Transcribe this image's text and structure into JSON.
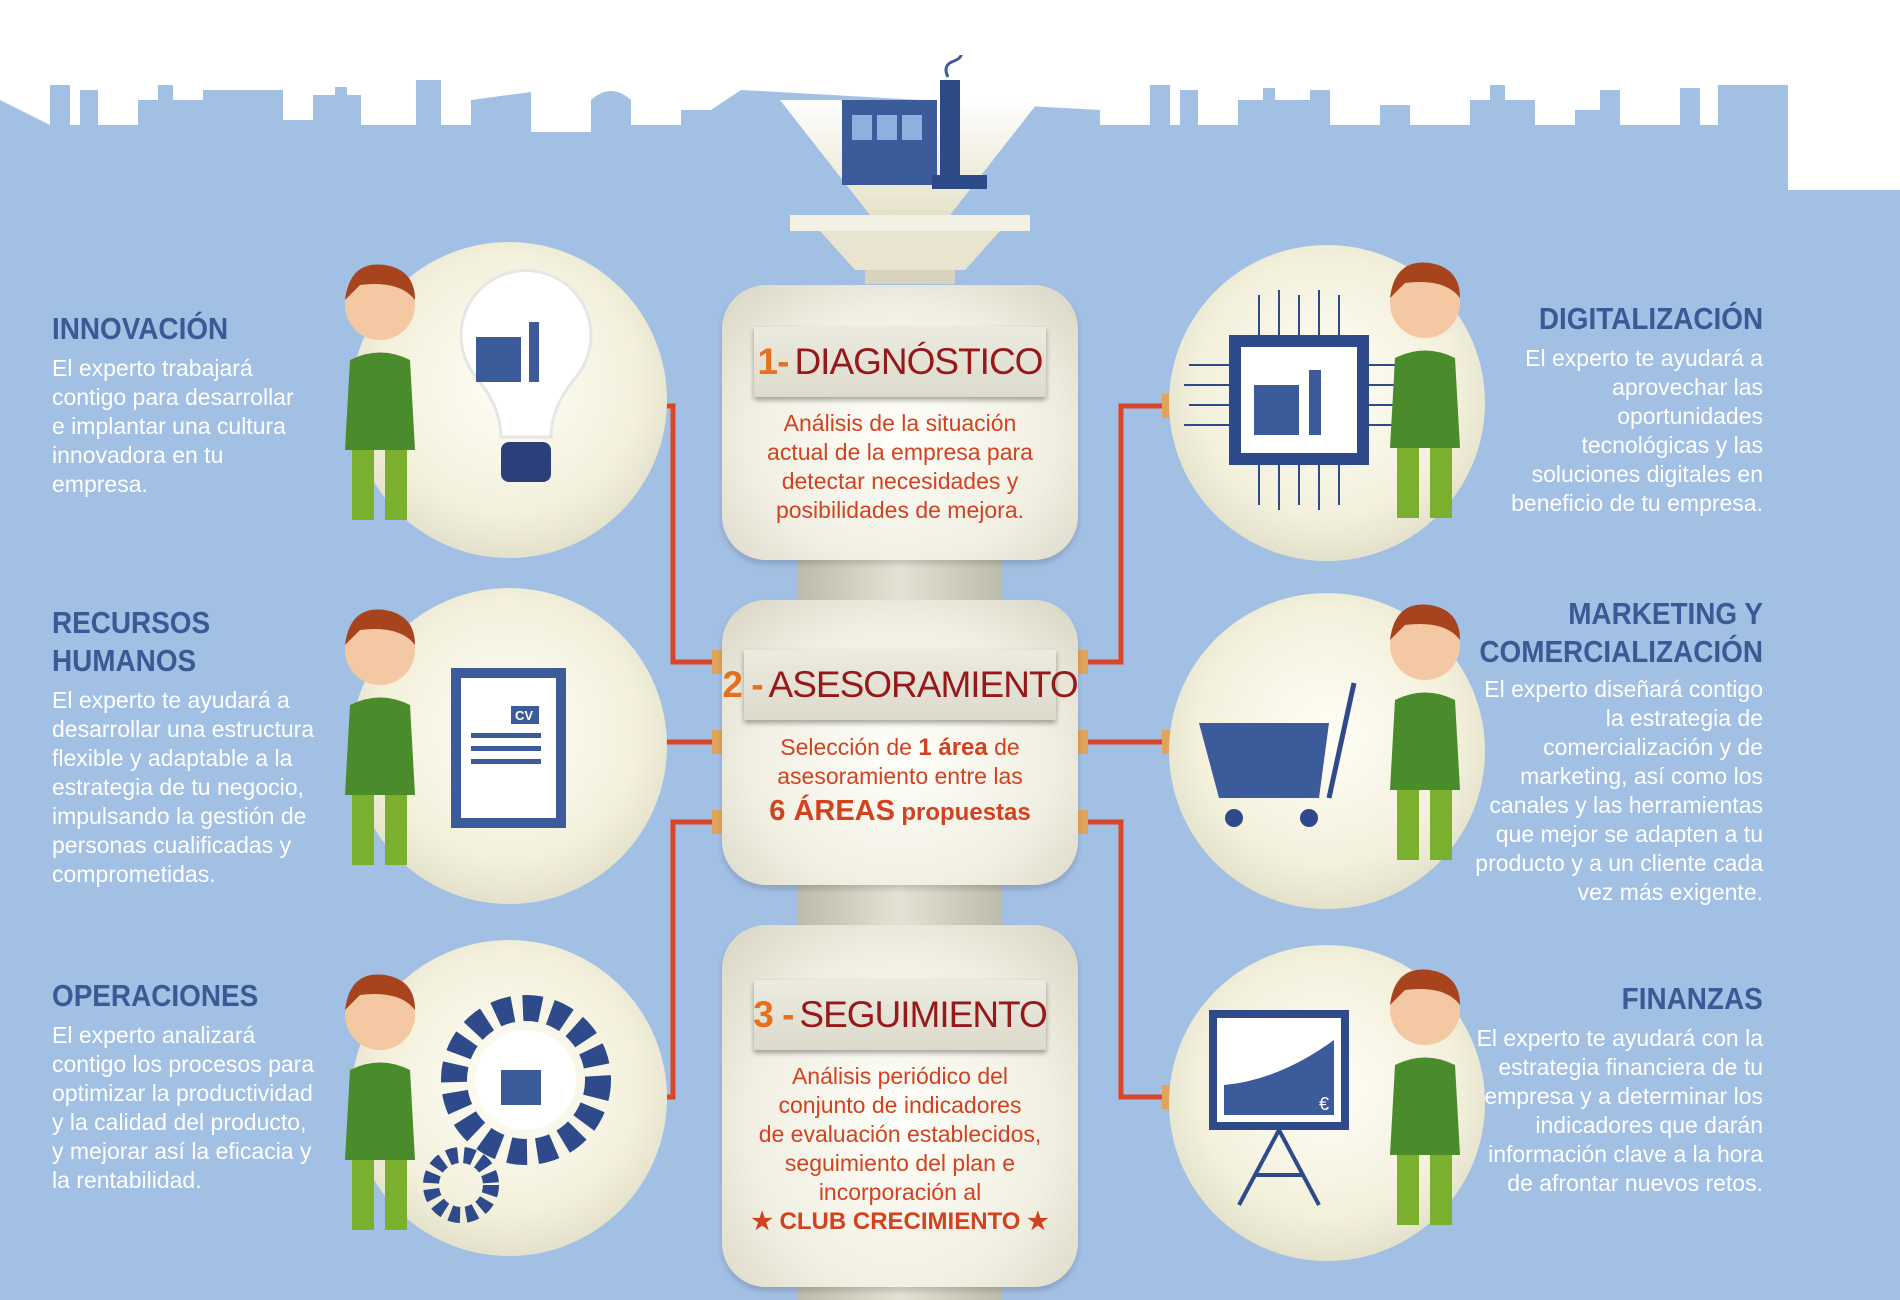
{
  "colors": {
    "background": "#a2bfe4",
    "title_blue": "#3a5a95",
    "accent_red": "#96181a",
    "accent_orange": "#e4711f",
    "connector": "#d9472b"
  },
  "steps": [
    {
      "number": "1-",
      "title": "DIAGNÓSTICO",
      "description": [
        "Análisis de la situación",
        "actual de la empresa para",
        "detectar necesidades y",
        "posibilidades de mejora."
      ]
    },
    {
      "number": "2 -",
      "title": "ASESORAMIENTO",
      "desc_a": "Selección de",
      "desc_b": "1 área",
      "desc_c": "de",
      "desc_d": "asesoramiento entre las",
      "desc_e": "6 ÁREAS",
      "desc_f": "propuestas"
    },
    {
      "number": "3 -",
      "title": "SEGUIMIENTO",
      "description": [
        "Análisis periódico del",
        "conjunto de indicadores",
        "de evaluación establecidos,",
        "seguimiento del plan e",
        "incorporación al"
      ],
      "club": "★ CLUB CRECIMIENTO ★"
    }
  ],
  "areas": [
    {
      "title": "INNOVACIÓN",
      "text": "El experto trabajará contigo para desarrollar e implantar una cultura innovadora en tu empresa.",
      "icon": "lightbulb-icon"
    },
    {
      "title": "RECURSOS HUMANOS",
      "text": "El experto te ayudará a desarrollar una estructura flexible y adaptable a la estrategia de tu negocio, impulsando la gestión de personas cualificadas y comprometidas.",
      "icon": "cv-document-icon",
      "cv": "CV"
    },
    {
      "title": "OPERACIONES",
      "text": "El experto analizará contigo los procesos para optimizar la productividad y la calidad del producto, y mejorar así la eficacia y la rentabilidad.",
      "icon": "gear-icon"
    },
    {
      "title": "DIGITALIZACIÓN",
      "text": "El experto te ayudará a aprovechar las oportunidades tecnológicas y las soluciones digitales en beneficio de tu empresa.",
      "icon": "chip-icon"
    },
    {
      "title": "MARKETING Y COMERCIALIZACIÓN",
      "text": "El experto diseñará contigo la estrategia de comercialización y de marketing, así como los canales y las herramientas que mejor se adapten a tu producto y a un cliente cada vez más exigente.",
      "icon": "shopping-cart-icon"
    },
    {
      "title": "FINANZAS",
      "text": "El experto te ayudará con la estrategia financiera de tu empresa y a determinar los indicadores que darán información clave a la hora de afrontar nuevos retos.",
      "icon": "chart-board-icon",
      "currency": "€"
    }
  ]
}
